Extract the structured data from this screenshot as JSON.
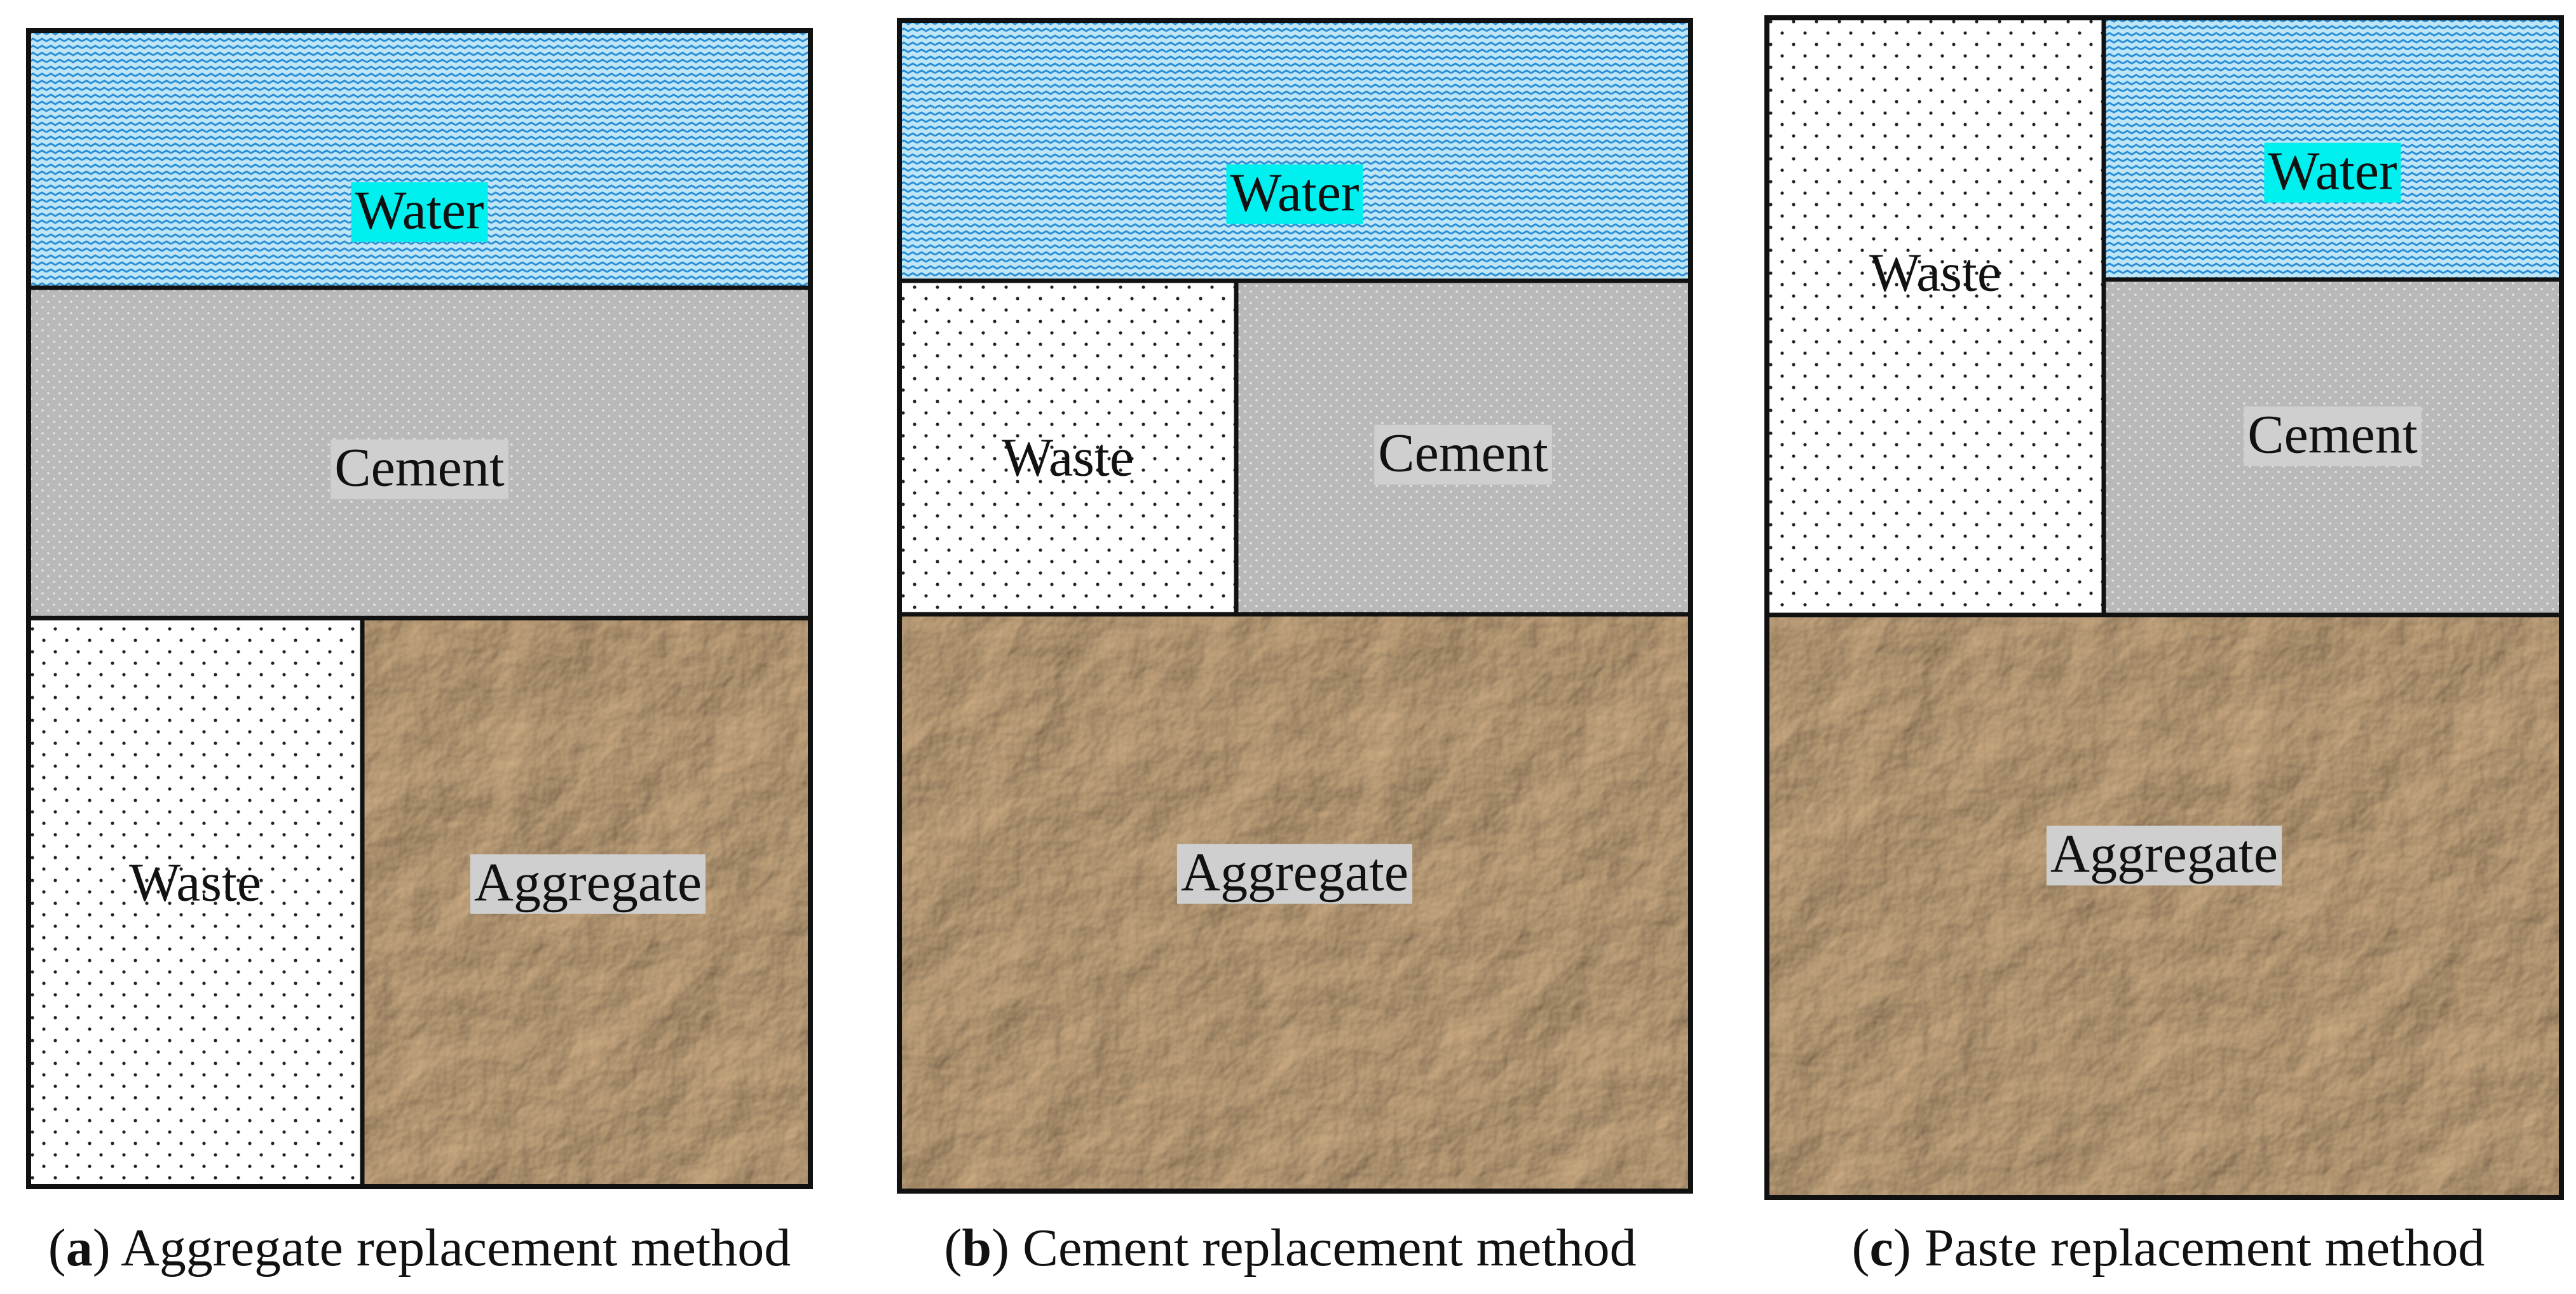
{
  "panels": [
    {
      "id": "a",
      "caption": {
        "letter": "a",
        "text": "Aggregate replacement method"
      },
      "blocks": {
        "water": "Water",
        "cement": "Cement",
        "waste": "Waste",
        "aggregate": "Aggregate"
      }
    },
    {
      "id": "b",
      "caption": {
        "letter": "b",
        "text": "Cement replacement method"
      },
      "blocks": {
        "water": "Water",
        "cement": "Cement",
        "waste": "Waste",
        "aggregate": "Aggregate"
      }
    },
    {
      "id": "c",
      "caption": {
        "letter": "c",
        "text": "Paste replacement method"
      },
      "blocks": {
        "water": "Water",
        "cement": "Cement",
        "waste": "Waste",
        "aggregate": "Aggregate"
      }
    }
  ],
  "colors": {
    "water_fill": "#bfe6f7",
    "water_wave": "#2a8fd6",
    "water_label_bg": "#00f0f0",
    "cement_fill": "#b9b9b9",
    "cement_label_bg": "#cfcfcf",
    "waste_fill": "#ffffff",
    "aggregate_fill": "#b89366",
    "aggregate_label_bg": "#cfcfcf",
    "border": "#111111"
  },
  "icons": {
    "aggregate_texture": "crumpled-rock-texture",
    "water_texture": "wave-pattern",
    "dot_texture": "dot-pattern"
  }
}
